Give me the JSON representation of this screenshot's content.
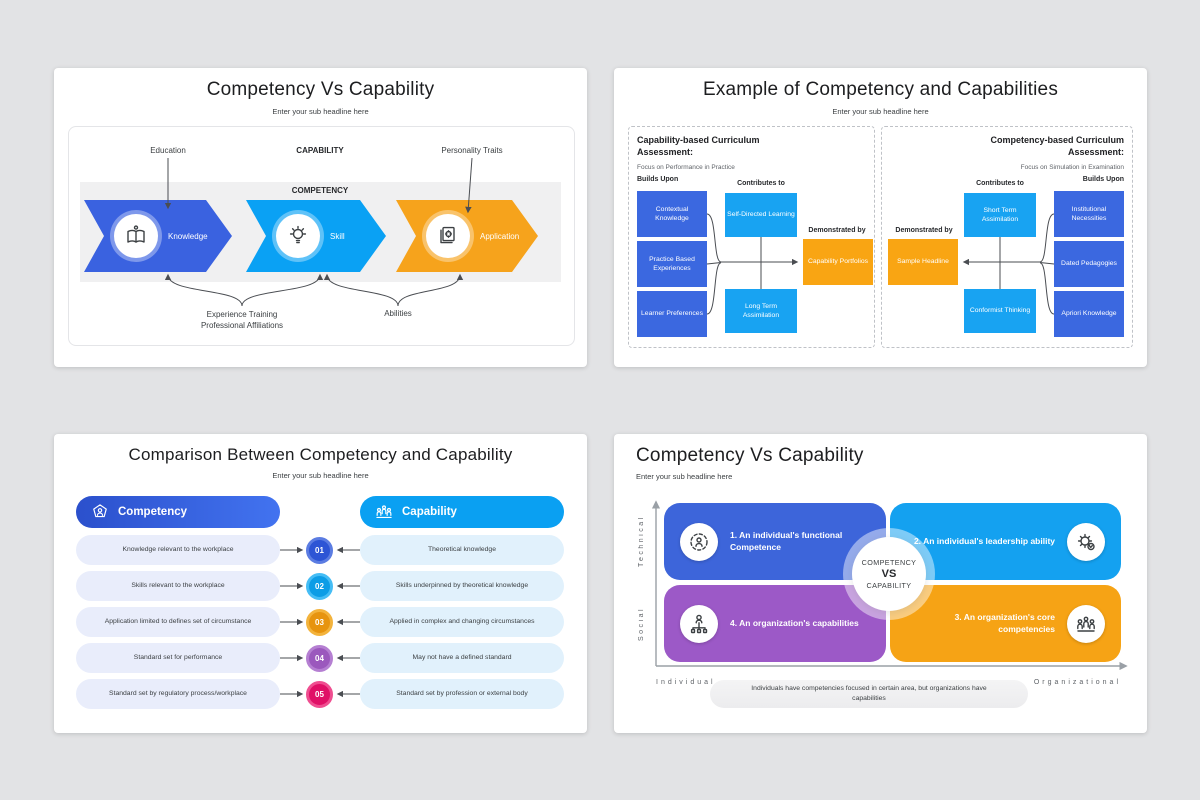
{
  "slide1": {
    "title": "Competency Vs Capability",
    "subtitle": "Enter your sub headline here",
    "label_education": "Education",
    "label_capability": "CAPABILITY",
    "label_personality": "Personality Traits",
    "label_competency": "COMPETENCY",
    "label_experience_1": "Experience Training",
    "label_experience_2": "Professional Affiliations",
    "label_abilities": "Abilities",
    "steps": [
      {
        "label": "Knowledge",
        "color": "#3a62e0",
        "icon": "book-icon"
      },
      {
        "label": "Skill",
        "color": "#0aa1f4",
        "icon": "bulb-icon"
      },
      {
        "label": "Application",
        "color": "#f6a31c",
        "icon": "document-gear-icon"
      }
    ]
  },
  "slide2": {
    "title": "Example of Competency and Capabilities",
    "subtitle": "Enter your sub headline here",
    "colors": {
      "dark_blue": "#3b68e0",
      "light_blue": "#18a3f2",
      "orange": "#f9a513"
    },
    "left_panel": {
      "heading": "Capability-based Curriculum Assessment:",
      "focus": "Focus on Performance in Practice",
      "builds_upon": "Builds Upon",
      "contributes_to": "Contributes to",
      "demonstrated_by": "Demonstrated by",
      "builds_items": [
        "Contextual Knowledge",
        "Practice Based Experiences",
        "Learner Preferences"
      ],
      "contributes_items": [
        "Self-Directed Learning",
        "Long Term Assimilation"
      ],
      "demonstrated_item": "Capability Portfolios"
    },
    "right_panel": {
      "heading": "Competency-based Curriculum Assessment:",
      "focus": "Focus on Simulation in Examination",
      "builds_upon": "Builds Upon",
      "contributes_to": "Contributes to",
      "demonstrated_by": "Demonstrated by",
      "builds_items": [
        "Institutional Necessities",
        "Dated Pedagogies",
        "Apriori Knowledge"
      ],
      "contributes_items": [
        "Short Term Assimilation",
        "Conformist Thinking"
      ],
      "demonstrated_item": "Sample Headline"
    }
  },
  "slide3": {
    "title": "Comparison Between Competency and Capability",
    "subtitle": "Enter your sub headline here",
    "left_header": "Competency",
    "right_header": "Capability",
    "header_colors": {
      "competency_start": "#2b50cc",
      "competency_end": "#4273f0",
      "capability": "#0aa0f2"
    },
    "pill_colors": {
      "left_bg": "#e9edfb",
      "right_bg": "#e1f1fc"
    },
    "rows": [
      {
        "num": "01",
        "left": "Knowledge relevant to the workplace",
        "right": "Theoretical knowledge",
        "color": "#2d55d5",
        "ring": "#5b7ce2"
      },
      {
        "num": "02",
        "left": "Skills relevant to the workplace",
        "right": "Skills underpinned by theoretical knowledge",
        "color": "#0c9de6",
        "ring": "#45bdf5"
      },
      {
        "num": "03",
        "left": "Application limited to defines set of circumstance",
        "right": "Applied in complex and changing circumstances",
        "color": "#e7940f",
        "ring": "#f3b33c"
      },
      {
        "num": "04",
        "left": "Standard set for performance",
        "right": "May not have a defined standard",
        "color": "#9b58bd",
        "ring": "#b57fd2"
      },
      {
        "num": "05",
        "left": "Standard set by regulatory process/workplace",
        "right": "Standard set by profession or external body",
        "color": "#e00f66",
        "ring": "#ef4e90"
      }
    ]
  },
  "slide4": {
    "title": "Competency Vs Capability",
    "subtitle": "Enter your sub headline here",
    "center": {
      "line1": "COMPETENCY",
      "line2": "VS",
      "line3": "CAPABILITY"
    },
    "quadrants": [
      {
        "label": "1. An individual's functional Competence",
        "color": "#3d65da",
        "icon": "person-target-icon"
      },
      {
        "label": "2. An individual's leadership ability",
        "color": "#14a1f0",
        "icon": "gear-check-icon"
      },
      {
        "label": "3. An organization's core competencies",
        "color": "#f6a315",
        "icon": "team-icon"
      },
      {
        "label": "4. An organization's capabilities",
        "color": "#9c59c7",
        "icon": "hierarchy-icon"
      }
    ],
    "axes": {
      "top": "Technical",
      "bottom": "Social",
      "left": "Individual",
      "right": "Organizational"
    },
    "note": "Individuals have competencies  focused in certain area, but organizations have capabilities"
  }
}
